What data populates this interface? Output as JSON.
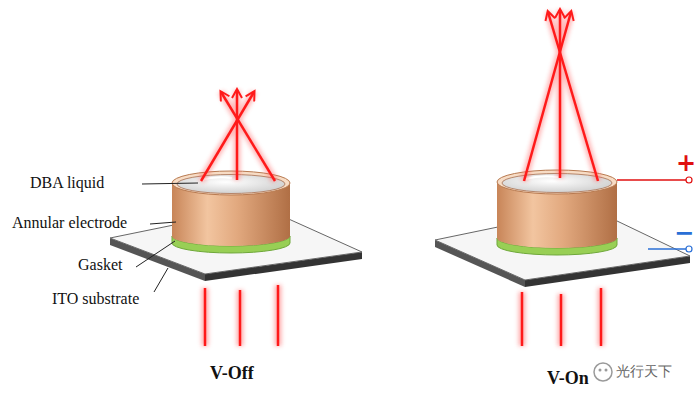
{
  "diagram": {
    "labels": [
      "DBA liquid",
      "Annular electrode",
      "Gasket",
      "ITO substrate",
      "V-Off",
      "V-On",
      "+",
      "−",
      "光行天下"
    ]
  }
}
